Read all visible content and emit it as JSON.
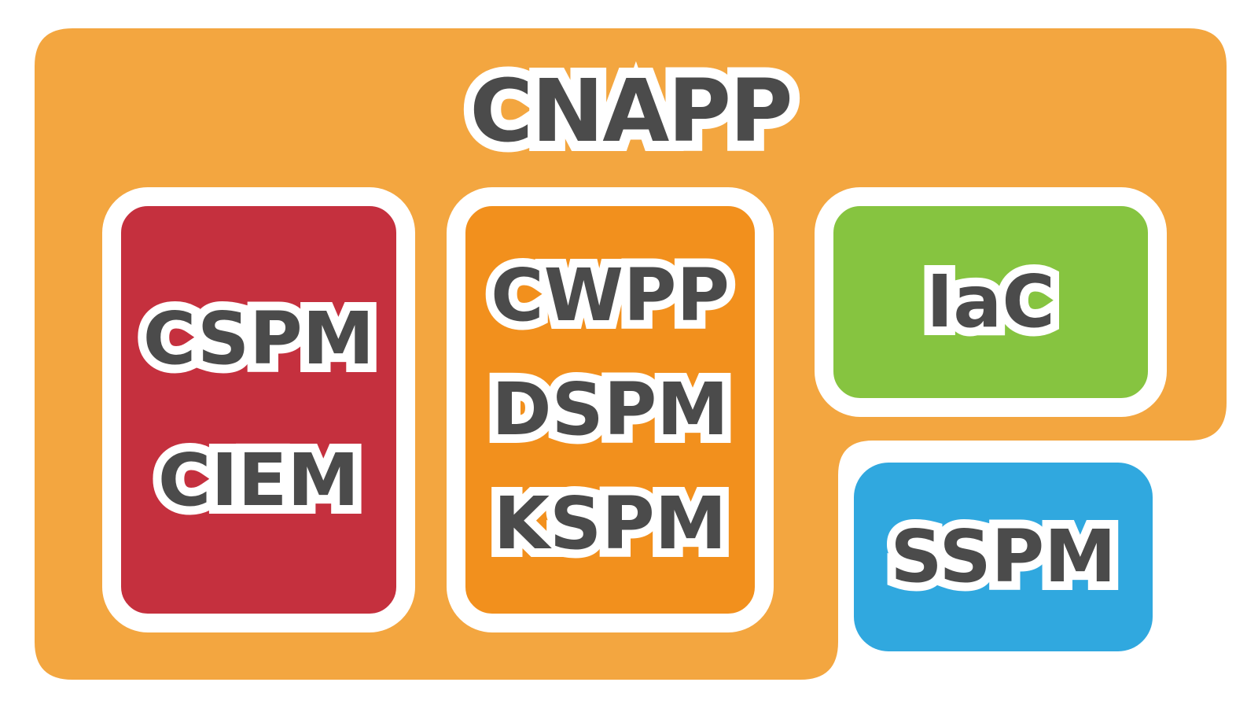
{
  "diagram": {
    "title": "CNAPP",
    "background_color": "#FFFFFF",
    "container_color": "#F3A640",
    "text_color": "#4B4B4B",
    "outline_color": "#FFFFFF",
    "boxes": [
      {
        "name": "cloud-posture",
        "color": "#C5303E",
        "labels": [
          "CSPM",
          "CIEM"
        ]
      },
      {
        "name": "workload-data-k8s",
        "color": "#F2901D",
        "labels": [
          "CWPP",
          "DSPM",
          "KSPM"
        ]
      },
      {
        "name": "infrastructure-as-code",
        "color": "#86C440",
        "labels": [
          "IaC"
        ]
      },
      {
        "name": "saas-posture",
        "color": "#30A8DF",
        "labels": [
          "SSPM"
        ]
      }
    ]
  }
}
